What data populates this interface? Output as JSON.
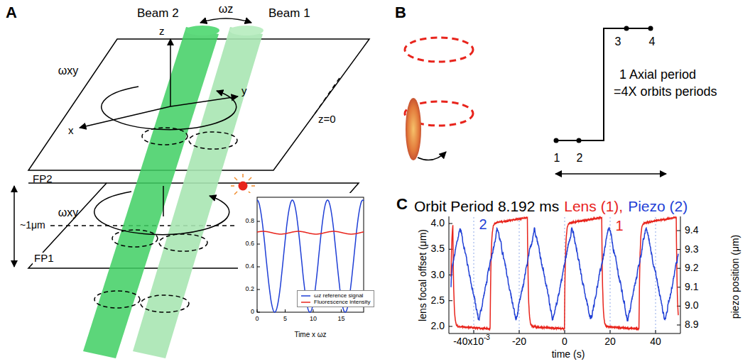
{
  "diagram": {
    "labels": [
      "A",
      "Beam 2",
      "ωz",
      "Beam 1",
      "z",
      "ωxy",
      "y",
      "x",
      "z=0",
      "FP2",
      "~1μm",
      "ωxy",
      "FP1",
      "0",
      "5",
      "10",
      "15",
      "0.8",
      "0.6",
      "0.4",
      "0.2",
      "0",
      "Time x ωz",
      "B",
      "1",
      "2",
      "3",
      "4",
      "1 Axial period",
      "=4X orbits periods",
      "C",
      "Orbit Period 8.192 ms",
      "Lens (1),",
      "Piezo (2)",
      "2",
      "1",
      "4.0",
      "3.5",
      "3.0",
      "2.5",
      "2.0",
      "lens focal offset (μm)",
      "9.4",
      "9.3",
      "9.2",
      "9.1",
      "9.0",
      "8.9",
      "piezo position (μm)",
      "-40x10",
      "-3",
      "-20",
      "0",
      "20",
      "40",
      "time (s)"
    ],
    "legend": [
      {
        "text": "ωz reference signal"
      },
      {
        "text": "Fluorescence intensity"
      }
    ]
  }
}
